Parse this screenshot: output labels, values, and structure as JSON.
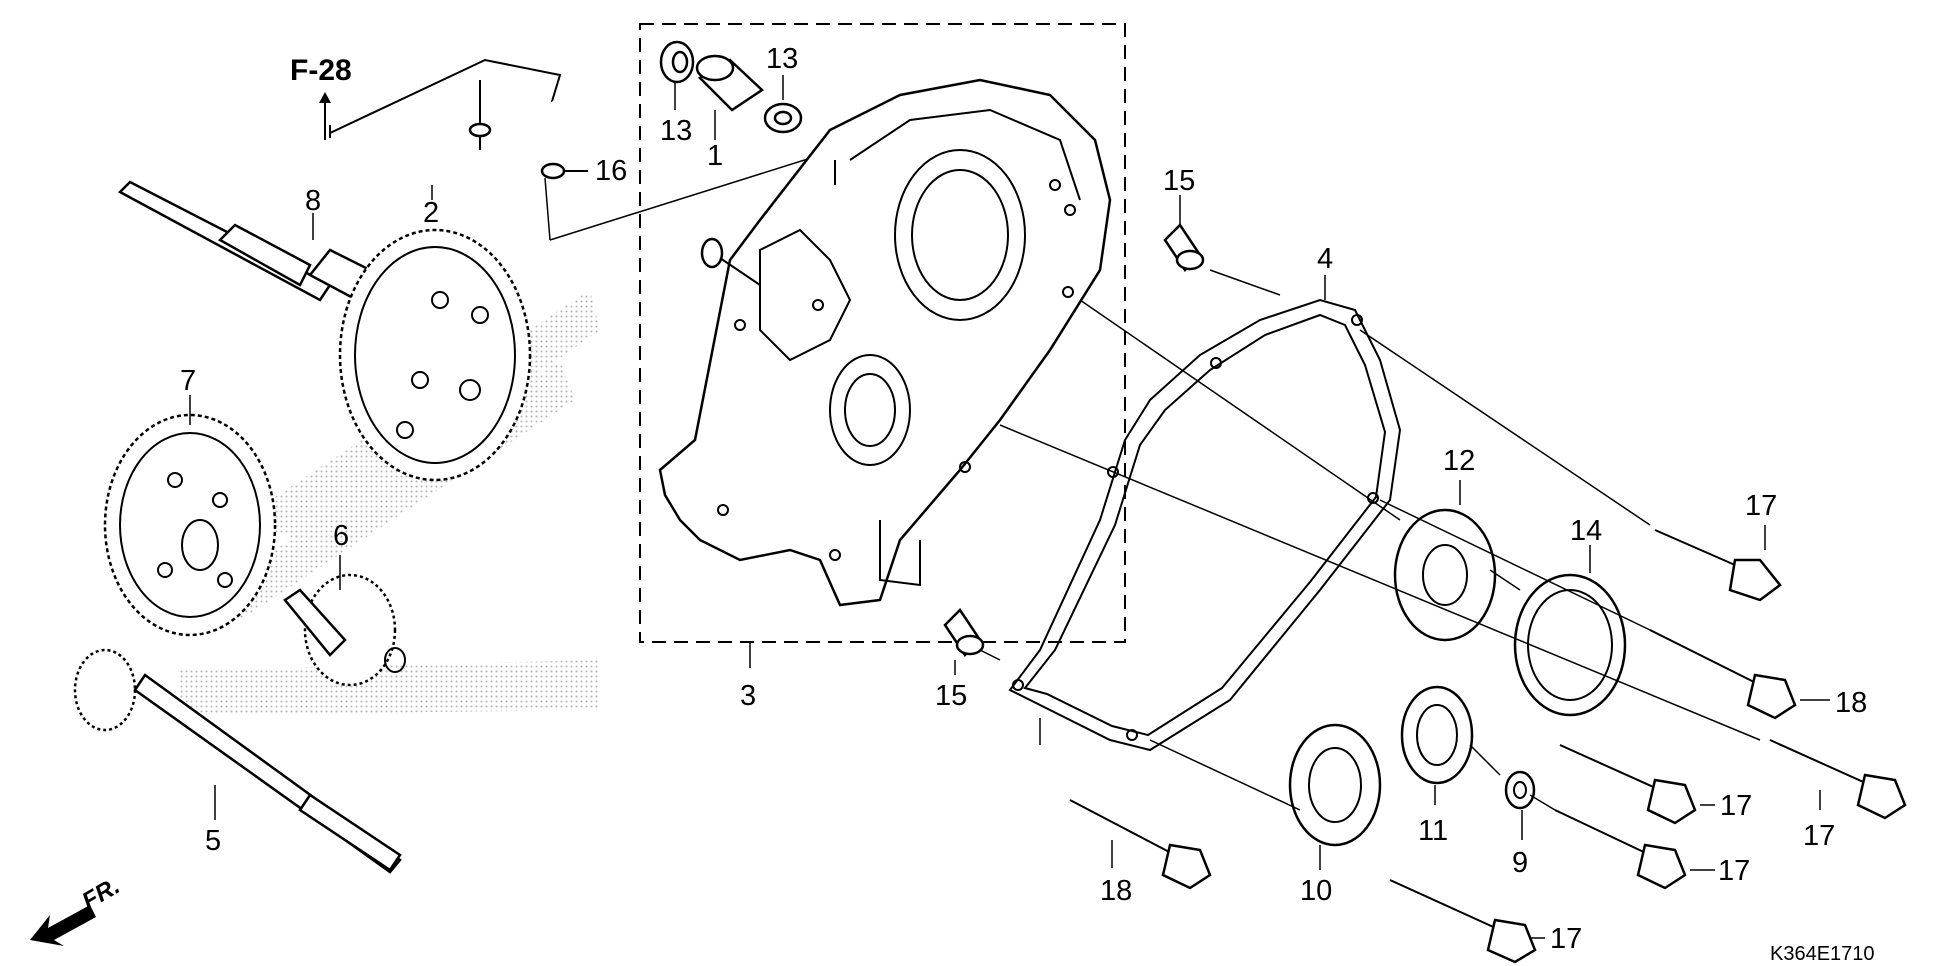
{
  "diagram": {
    "reference_label": "F-28",
    "front_label": "FR.",
    "diagram_code": "K364E1710",
    "callouts": {
      "c1": "1",
      "c2": "2",
      "c3": "3",
      "c4": "4",
      "c5": "5",
      "c6": "6",
      "c7": "7",
      "c8": "8",
      "c9": "9",
      "c10": "10",
      "c11": "11",
      "c12": "12",
      "c13a": "13",
      "c13b": "13",
      "c14": "14",
      "c15a": "15",
      "c15b": "15",
      "c16": "16",
      "c17a": "17",
      "c17b": "17",
      "c17c": "17",
      "c17d": "17",
      "c17e": "17",
      "c18a": "18",
      "c18b": "18"
    }
  }
}
